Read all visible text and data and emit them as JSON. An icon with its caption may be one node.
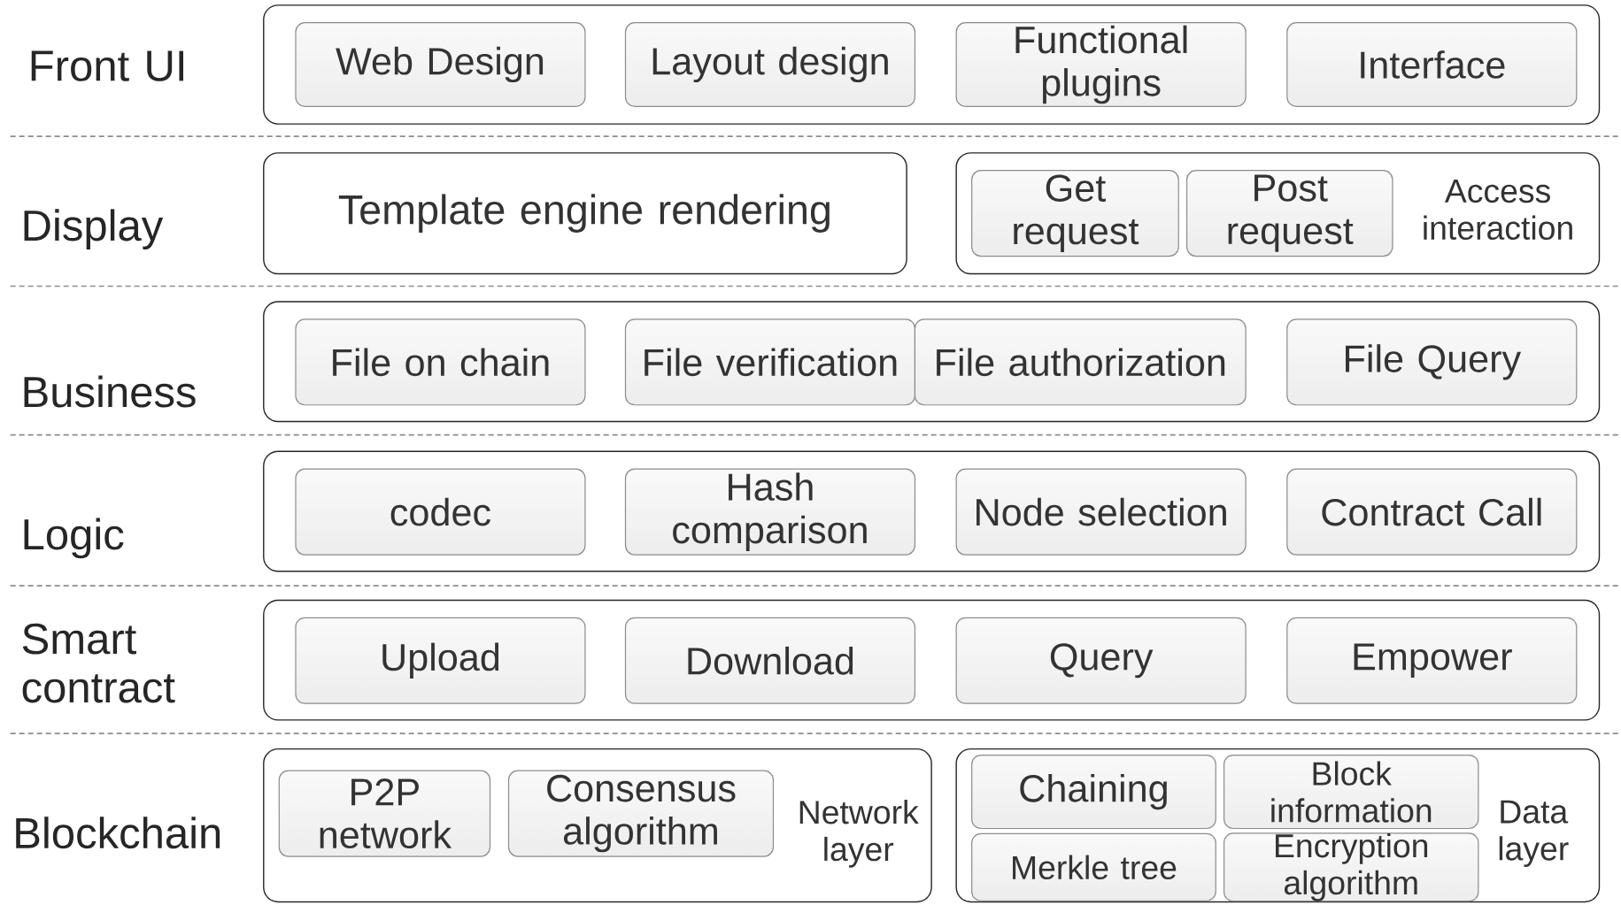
{
  "diagram": {
    "nodes": [
      {
        "text": [],
        "shape": "box"
      },
      {
        "text": [
          "Web Design"
        ],
        "in": 0
      },
      {
        "text": [
          "Layout design"
        ],
        "in": 0
      },
      {
        "text": [
          "Functional plugins"
        ],
        "in": 0
      },
      {
        "text": [
          "Interface"
        ],
        "in": 0
      },
      {
        "text": [
          "Template engine rendering"
        ]
      },
      {
        "text": [
          "Access interaction"
        ]
      },
      {
        "text": [
          "Get request"
        ],
        "in": 6
      },
      {
        "text": [
          "Post request"
        ],
        "in": 6
      },
      {
        "text": [],
        "shape": "box"
      },
      {
        "text": [
          "File on chain"
        ],
        "in": 9
      },
      {
        "text": [
          "File verification"
        ],
        "in": 9
      },
      {
        "text": [
          "File authorization"
        ],
        "in": 9
      },
      {
        "text": [
          "File Query"
        ],
        "in": 9
      },
      {
        "text": [],
        "shape": "box"
      },
      {
        "text": [
          "codec"
        ],
        "in": 14
      },
      {
        "text": [
          "Hash comparison"
        ],
        "in": 14
      },
      {
        "text": [
          "Node selection"
        ],
        "in": 14
      },
      {
        "text": [
          "Contract Call"
        ],
        "in": 14
      },
      {
        "text": [],
        "shape": "box"
      },
      {
        "text": [
          "Upload"
        ],
        "in": 19
      },
      {
        "text": [
          "Download"
        ],
        "in": 19
      },
      {
        "text": [
          "Query"
        ],
        "in": 19
      },
      {
        "text": [
          "Empower"
        ],
        "in": 19
      },
      {
        "text": [
          "Network layer"
        ]
      },
      {
        "text": [
          "P2P network"
        ],
        "in": 24
      },
      {
        "text": [
          "Consensus algorithm"
        ],
        "in": 24
      },
      {
        "text": [
          "Data layer"
        ]
      },
      {
        "text": [
          "Chaining"
        ],
        "in": 27
      },
      {
        "text": [
          "Block information"
        ],
        "in": 27
      },
      {
        "text": [
          "Merkle tree"
        ],
        "in": 27
      },
      {
        "text": [
          "Encryption algorithm"
        ],
        "in": 27
      }
    ],
    "labels": [
      "Front UI",
      "Display",
      "Business",
      "Logic",
      "Smart contract",
      "Blockchain"
    ]
  }
}
